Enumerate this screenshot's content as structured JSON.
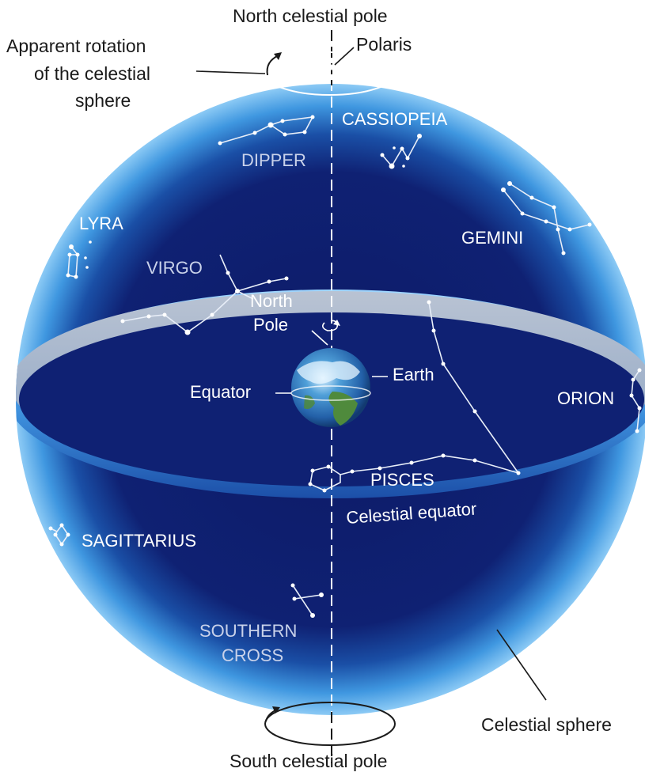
{
  "labels": {
    "north_celestial_pole": "North celestial pole",
    "polaris": "Polaris",
    "apparent_rotation_1": "Apparent rotation",
    "apparent_rotation_2": "of the celestial",
    "apparent_rotation_3": "sphere",
    "cassiopeia": "CASSIOPEIA",
    "dipper": "DIPPER",
    "lyra": "LYRA",
    "gemini": "GEMINI",
    "virgo": "VIRGO",
    "north_pole_1": "North",
    "north_pole_2": "Pole",
    "earth": "Earth",
    "equator": "Equator",
    "orion": "ORION",
    "pisces": "PISCES",
    "celestial_equator": "Celestial equator",
    "sagittarius": "SAGITTARIUS",
    "southern_1": "SOUTHERN",
    "southern_2": "CROSS",
    "celestial_sphere": "Celestial sphere",
    "south_celestial_pole": "South celestial pole"
  },
  "colors": {
    "sphere_core": "#0d1a66",
    "sphere_rim": "#4fa6e8",
    "equator_band": "#c7d3e3",
    "earth_ocean": "#2f7fc4",
    "earth_land": "#4f8a3c"
  }
}
